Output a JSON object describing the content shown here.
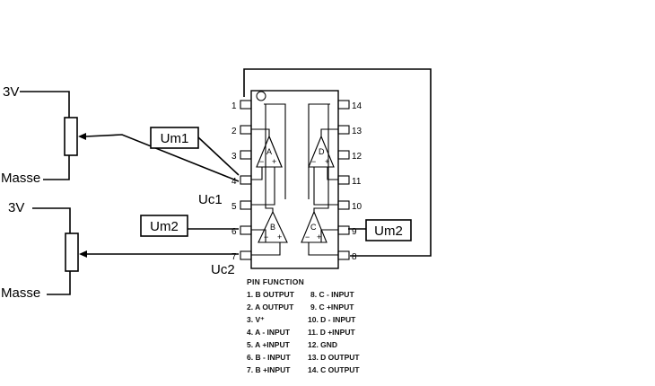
{
  "left_circuit": {
    "top": {
      "supply_label": "3V",
      "ground_label": "Masse"
    },
    "bottom": {
      "supply_label": "3V",
      "ground_label": "Masse"
    }
  },
  "labels": {
    "um1": "Um1",
    "um2_left": "Um2",
    "um2_right": "Um2",
    "uc1": "Uc1",
    "uc2": "Uc2"
  },
  "chip": {
    "left_pins": [
      "1",
      "2",
      "3",
      "4",
      "5",
      "6",
      "7"
    ],
    "right_pins": [
      "14",
      "13",
      "12",
      "11",
      "10",
      "9",
      "8"
    ],
    "opamps": {
      "a": {
        "name": "A",
        "minus": "−",
        "plus": "+"
      },
      "b": {
        "name": "B",
        "minus": "−",
        "plus": "+"
      },
      "c": {
        "name": "C",
        "minus": "−",
        "plus": "+"
      },
      "d": {
        "name": "D",
        "minus": "−",
        "plus": "+"
      }
    }
  },
  "pin_function": {
    "title": "PIN FUNCTION",
    "left_column": [
      "1. B OUTPUT",
      "2. A OUTPUT",
      "3. V⁺",
      "4. A - INPUT",
      "5. A +INPUT",
      "6. B - INPUT",
      "7. B +INPUT"
    ],
    "right_column": [
      "8. C - INPUT",
      "9. C +INPUT",
      "10. D - INPUT",
      "11. D +INPUT",
      "12. GND",
      "13. D OUTPUT",
      "14. C OUTPUT"
    ]
  }
}
